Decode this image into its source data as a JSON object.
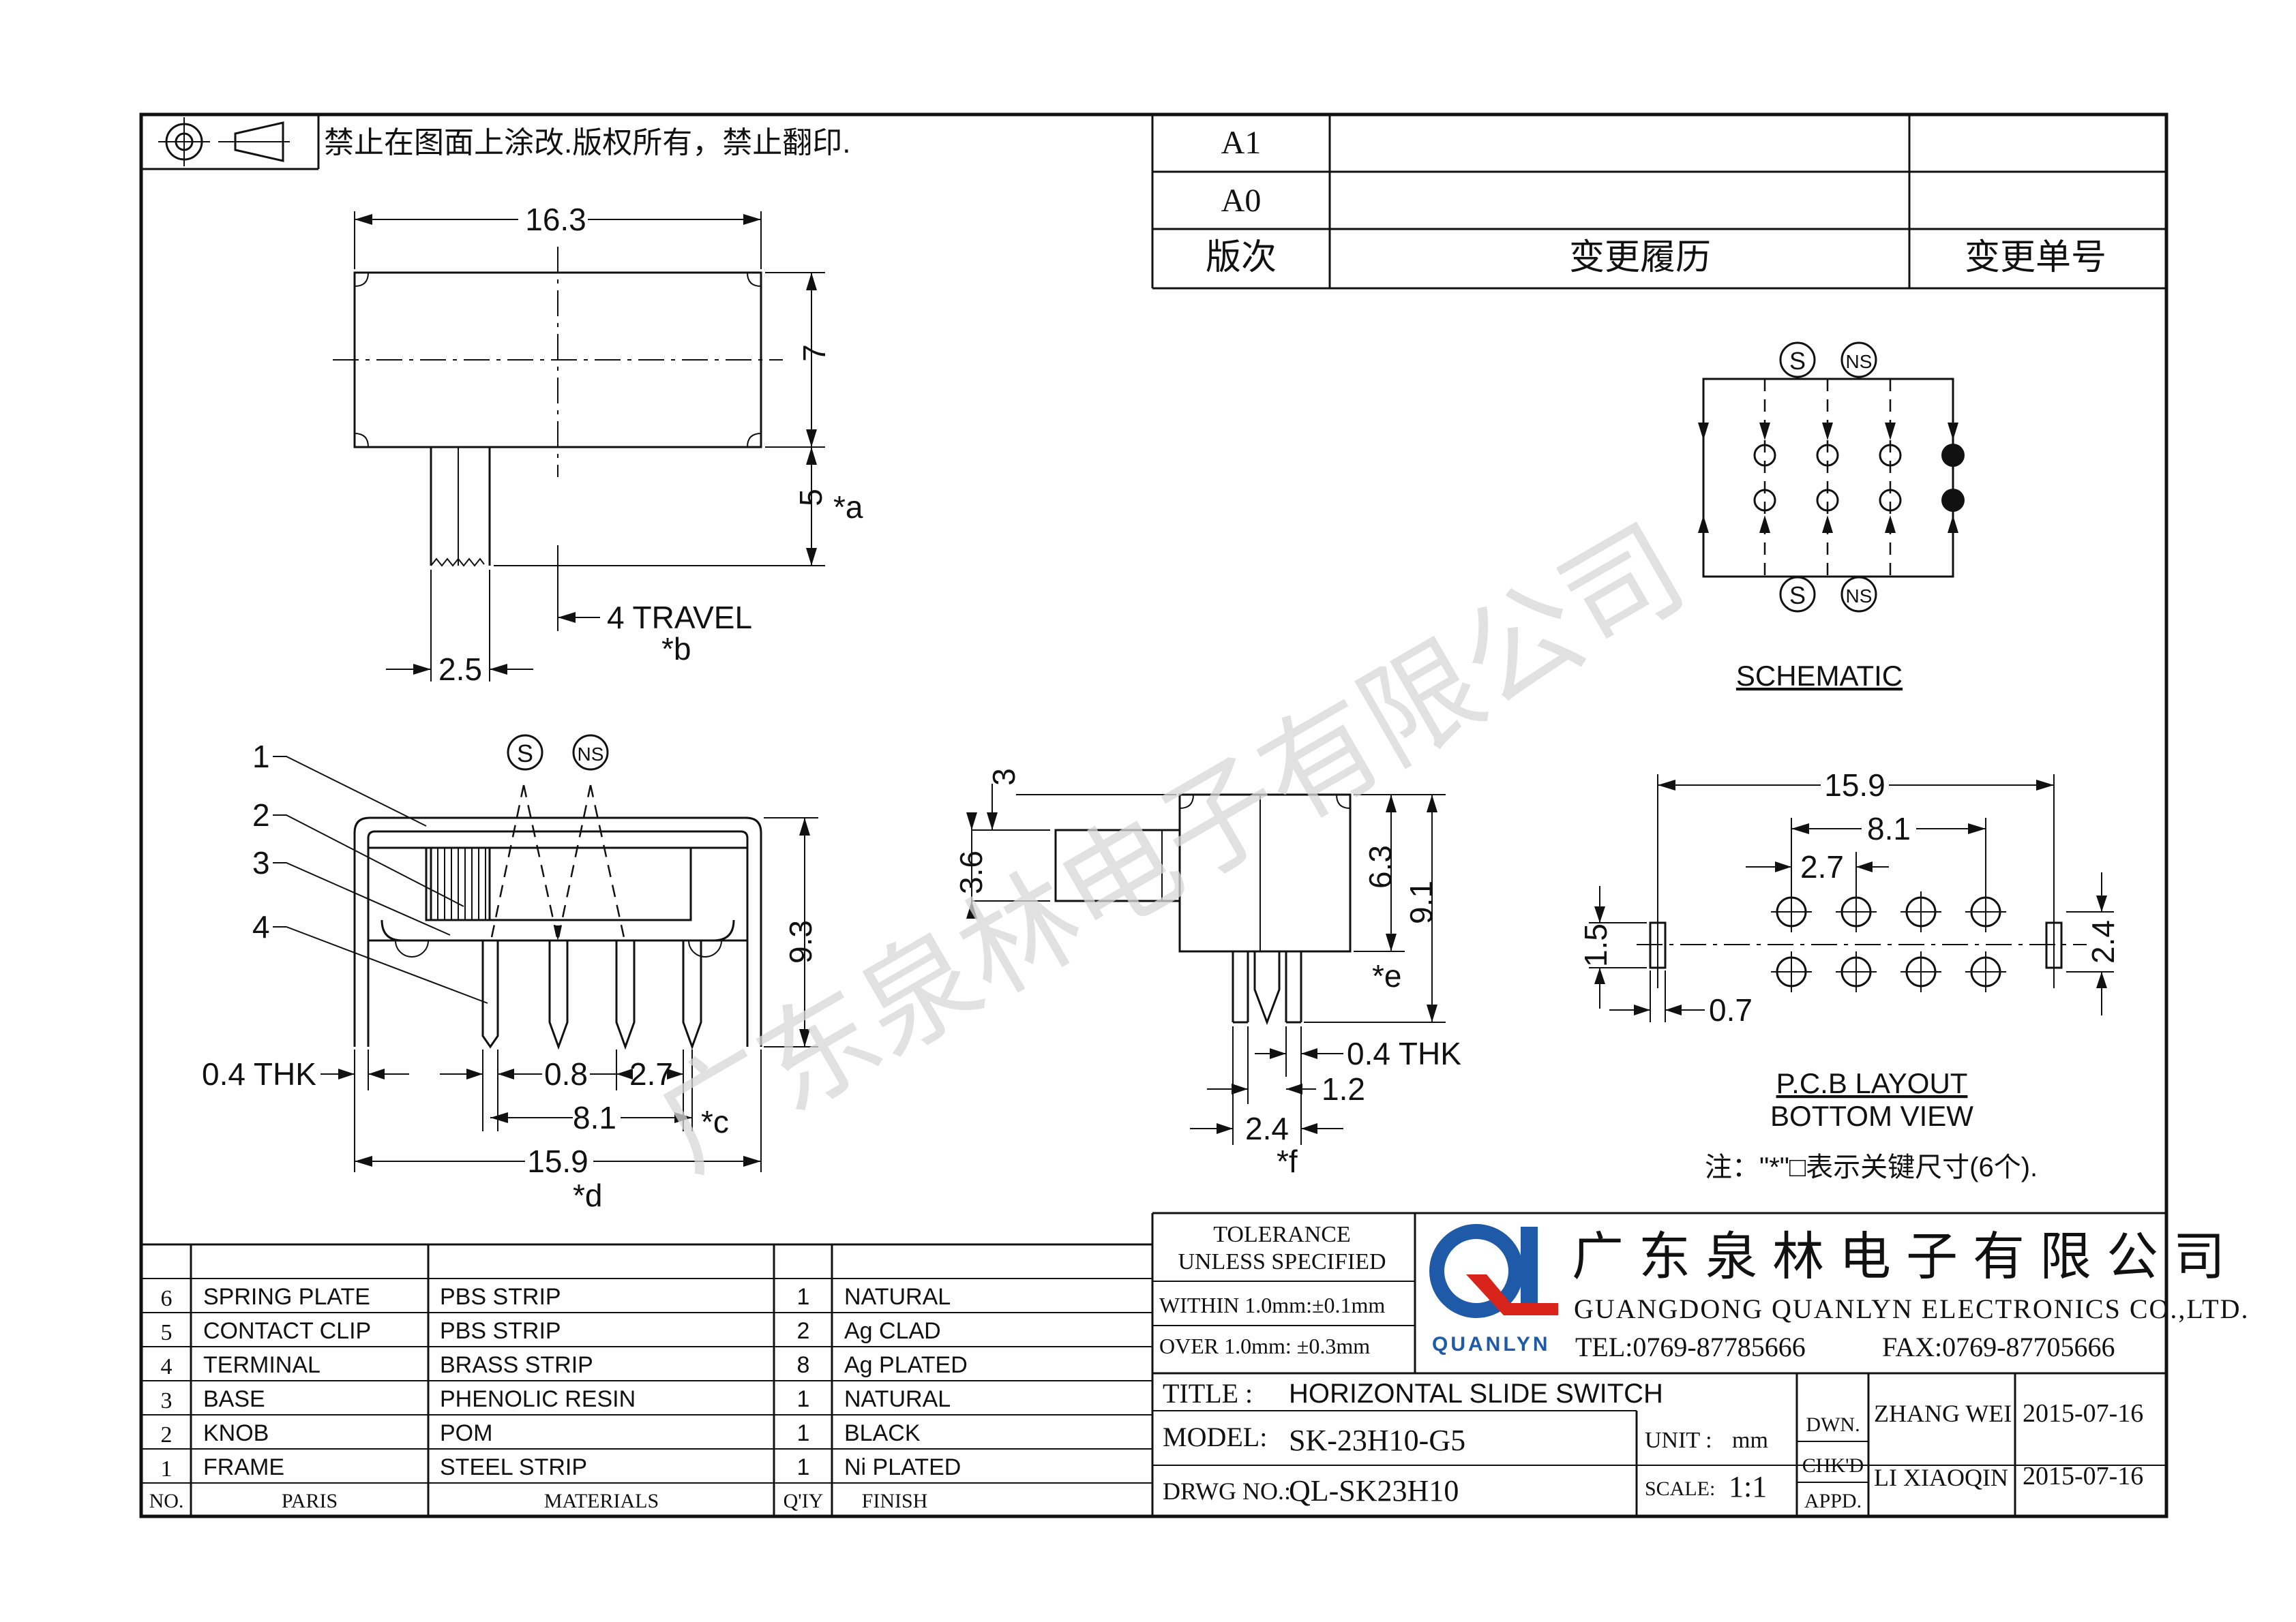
{
  "header": {
    "notice": "禁止在图面上涂改.版权所有，禁止翻印."
  },
  "revision": {
    "rows": [
      {
        "version": "A1",
        "history": "",
        "number": ""
      },
      {
        "version": "A0",
        "history": "",
        "number": ""
      }
    ],
    "header_version": "版次",
    "header_history": "变更履历",
    "header_number": "变更单号"
  },
  "watermark": "广东泉林电子有限公司",
  "top_view": {
    "width": "16.3",
    "height": "7",
    "stem": "5",
    "stem_mark": "*a",
    "travel": "4  TRAVEL",
    "travel_mark": "*b",
    "knob": "2.5"
  },
  "front_view": {
    "callouts": [
      "1",
      "2",
      "3",
      "4"
    ],
    "s_label": "S",
    "ns_label": "NS",
    "height": "9.3",
    "thk": "0.4  THK",
    "pin_w": "0.8",
    "pitch": "2.7",
    "span": "8.1",
    "span_mark": "*c",
    "total": "15.9",
    "total_mark": "*d"
  },
  "side_view": {
    "top": "3",
    "knob_h": "3.6",
    "body_h": "6.3",
    "total_h": "9.1",
    "body_mark": "*e",
    "thk": "0.4  THK",
    "pin": "1.2",
    "span": "2.4",
    "span_mark": "*f"
  },
  "schematic": {
    "s_label": "S",
    "ns_label": "NS",
    "title": "SCHEMATIC"
  },
  "pcb": {
    "total": "15.9",
    "span": "8.1",
    "pitch": "2.7",
    "slot_h": "1.5",
    "slot_w": "0.7",
    "row_span": "2.4",
    "title1": "P.C.B LAYOUT",
    "title2": "BOTTOM  VIEW",
    "note": "注：\"*\"□表示关键尺寸(6个)."
  },
  "bom": {
    "headers": {
      "no": "NO.",
      "part": "PARIS",
      "material": "MATERIALS",
      "qty": "Q'IY",
      "finish": "FINISH"
    },
    "rows": [
      {
        "no": "6",
        "part": "SPRING PLATE",
        "material": "PBS STRIP",
        "qty": "1",
        "finish": "NATURAL"
      },
      {
        "no": "5",
        "part": "CONTACT CLIP",
        "material": "PBS STRIP",
        "qty": "2",
        "finish": "Ag CLAD"
      },
      {
        "no": "4",
        "part": "TERMINAL",
        "material": "BRASS STRIP",
        "qty": "8",
        "finish": "Ag PLATED"
      },
      {
        "no": "3",
        "part": "BASE",
        "material": "PHENOLIC RESIN",
        "qty": "1",
        "finish": "NATURAL"
      },
      {
        "no": "2",
        "part": "KNOB",
        "material": "POM",
        "qty": "1",
        "finish": "BLACK"
      },
      {
        "no": "1",
        "part": "FRAME",
        "material": "STEEL STRIP",
        "qty": "1",
        "finish": "Ni PLATED"
      }
    ]
  },
  "title_block": {
    "tolerance_1": "TOLERANCE",
    "tolerance_2": "UNLESS  SPECIFIED",
    "within": "WITHIN 1.0mm:±0.1mm",
    "over": "OVER 1.0mm:   ±0.3mm",
    "company_cn": "广东泉林电子有限公司",
    "company_en": "GUANGDONG QUANLYN ELECTRONICS CO.,LTD.",
    "logo_text": "QUANLYN",
    "tel": "TEL:0769-87785666",
    "fax": "FAX:0769-87705666",
    "title_label": "TITLE :",
    "title": "HORIZONTAL SLIDE SWITCH",
    "model_label": "MODEL:",
    "model": "SK-23H10-G5",
    "drwg_label": "DRWG NO.:",
    "drwg": "QL-SK23H10",
    "unit_label": "UNIT :",
    "unit": "mm",
    "scale_label": "SCALE:",
    "scale": "1:1",
    "dwn": "DWN.",
    "chkd": "CHK'D",
    "appd": "APPD.",
    "drawn_by": "ZHANG WEI",
    "drawn_date": "2015-07-16",
    "checked_by": "LI XIAOQIN",
    "checked_date": "2015-07-16",
    "logo_color": "#1e5aa8",
    "logo_accent": "#d9241c"
  }
}
